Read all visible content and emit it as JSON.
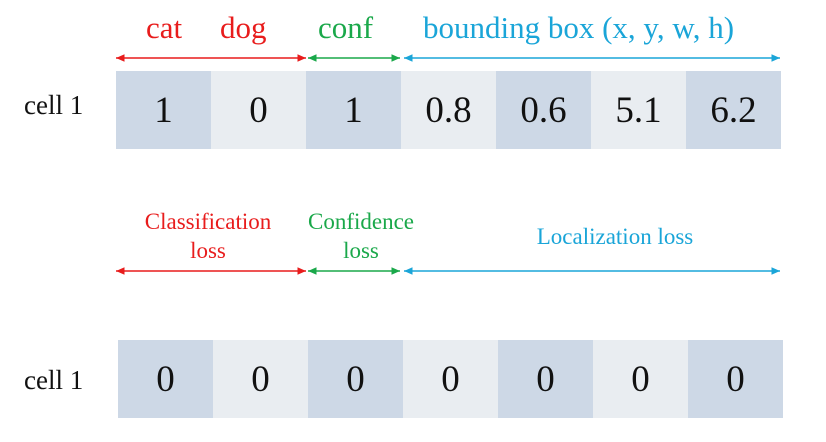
{
  "header": {
    "cat": "cat",
    "dog": "dog",
    "conf": "conf",
    "bbox": "bounding box (x, y, w, h)"
  },
  "row1": {
    "label": "cell 1",
    "values": [
      "1",
      "0",
      "1",
      "0.8",
      "0.6",
      "5.1",
      "6.2"
    ]
  },
  "losses": {
    "classification": [
      "Classification",
      "loss"
    ],
    "confidence": [
      "Confidence",
      "loss"
    ],
    "localization": "Localization loss"
  },
  "row2": {
    "label": "cell 1",
    "values": [
      "0",
      "0",
      "0",
      "0",
      "0",
      "0",
      "0"
    ]
  },
  "colors": {
    "red": "#e81c1c",
    "green": "#1aa84a",
    "blue": "#1aa5d8",
    "cell_dark": "#cdd8e6",
    "cell_light": "#e9edf1"
  }
}
